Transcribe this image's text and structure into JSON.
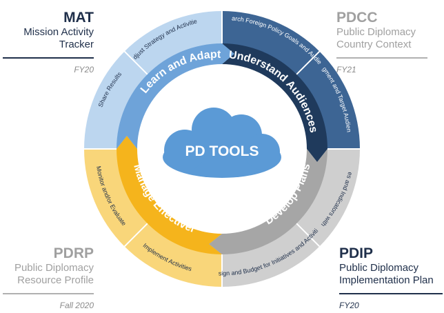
{
  "center": {
    "label": "PD TOOLS"
  },
  "corners": {
    "top_left": {
      "acronym": "MAT",
      "name_line1": "Mission Activity",
      "name_line2": "Tracker",
      "year": "FY20"
    },
    "top_right": {
      "acronym": "PDCC",
      "name_line1": "Public Diplomacy",
      "name_line2": "Country Context",
      "year": "FY21"
    },
    "bottom_left": {
      "acronym": "PDRP",
      "name_line1": "Public Diplomacy",
      "name_line2": "Resource Profile",
      "year": "Fall 2020"
    },
    "bottom_right": {
      "acronym": "PDIP",
      "name_line1": "Public Diplomacy",
      "name_line2": "Implementation Plan",
      "year": "FY20"
    }
  },
  "phases": {
    "learn": "Learn and Adapt",
    "understand": "Understand Audiences",
    "develop": "Develop Plans",
    "manage": "Manage Effectively"
  },
  "steps": {
    "research": "Research Foreign Policy Goals and Audiences",
    "segment": "Segment and Target Audiences",
    "align": "Align Objectives and Indicators with Policy Goals",
    "design": "Design and Budget for Initiatives and Activities",
    "implement": "Implement Activities",
    "monitor": "Monitor and/or Evaluate",
    "share": "Share Results",
    "adjust": "Adjust Strategy and Activities"
  },
  "colors": {
    "learn": "#6ea3d9",
    "learn_outer": "#bcd6ef",
    "understand": "#1f3a5c",
    "understand_outer": "#3d6594",
    "develop": "#a6a6a6",
    "develop_outer": "#cfcfcf",
    "manage": "#f5b41c",
    "manage_outer": "#f9d67a",
    "cloud": "#5b9ad6",
    "navy": "#1f2f4a",
    "gray_text": "#a0a0a0"
  }
}
